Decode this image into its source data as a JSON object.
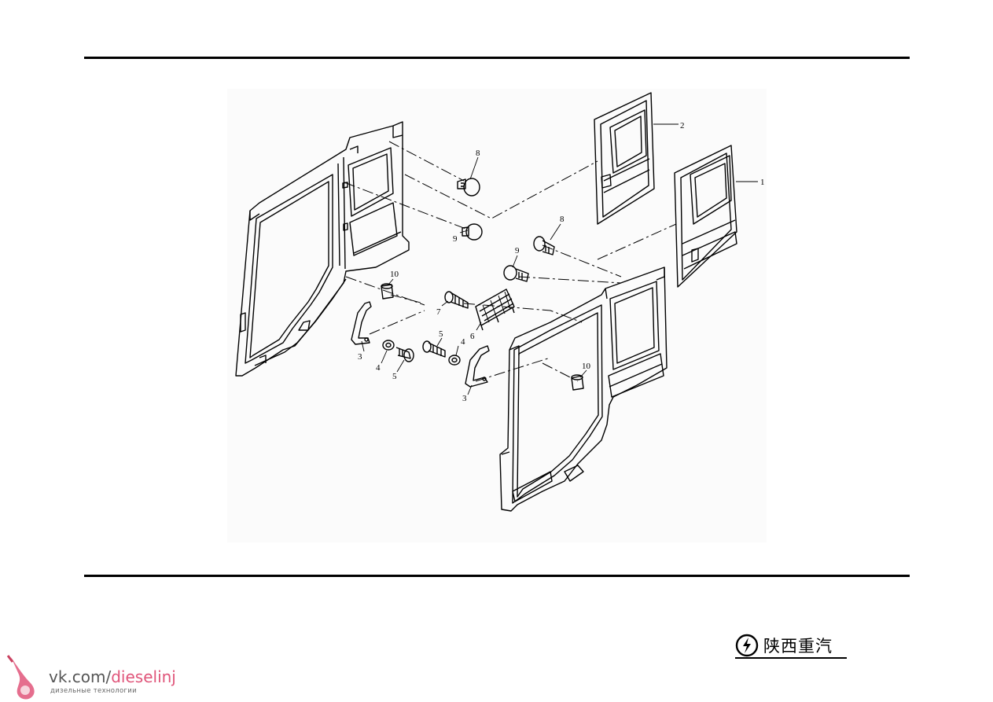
{
  "document": {
    "figure": {
      "callouts": {
        "c1": "1",
        "c2": "2",
        "c3a": "3",
        "c3b": "3",
        "c4a": "4",
        "c4b": "4",
        "c5a": "5",
        "c5b": "5",
        "c6": "6",
        "c7": "7",
        "c8a": "8",
        "c8b": "8",
        "c9a": "9",
        "c9b": "9",
        "c10a": "10",
        "c10b": "10"
      }
    },
    "brand": {
      "name": "陕西重汽"
    }
  },
  "watermark": {
    "url_prefix": "vk.com/",
    "url_accent": "dieselinj",
    "subtitle": "дизельные технологии"
  },
  "colors": {
    "line": "#000000",
    "watermark_accent": "#e0557a",
    "figure_background": "#fbfbfb"
  },
  "icons": {
    "brand": "shaanxi-automobile-logo-icon",
    "watermark": "injector-drop-icon"
  }
}
